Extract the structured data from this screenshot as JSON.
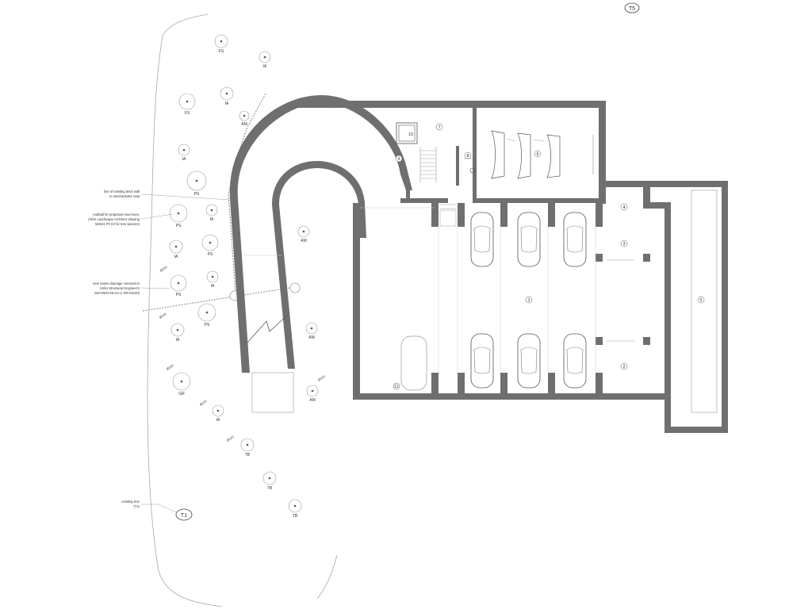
{
  "trees": [
    {
      "label": "FS",
      "size": null
    },
    {
      "label": "IA",
      "size": null
    },
    {
      "label": "FS",
      "size": null
    },
    {
      "label": "IA",
      "size": null
    },
    {
      "label": "AM",
      "size": null
    },
    {
      "label": "IA",
      "size": null
    },
    {
      "label": "PS",
      "size": null
    },
    {
      "label": "PS",
      "size": null
    },
    {
      "label": "IA",
      "size": null
    },
    {
      "label": "AM",
      "size": null
    },
    {
      "label": "PS",
      "size": null
    },
    {
      "label": "IA",
      "size": null
    },
    {
      "label": "IA",
      "size": null
    },
    {
      "label": "PS",
      "size": "Ø100"
    },
    {
      "label": "PS",
      "size": null
    },
    {
      "label": "IA",
      "size": "Ø100"
    },
    {
      "label": "AM",
      "size": null
    },
    {
      "label": "GR",
      "size": "Ø180"
    },
    {
      "label": "AM",
      "size": "Ø150"
    },
    {
      "label": "IA",
      "size": "Ø120"
    },
    {
      "label": "TB",
      "size": "Ø120"
    },
    {
      "label": "TB",
      "size": null
    },
    {
      "label": "TB",
      "size": null
    }
  ],
  "markers": {
    "t5": "T5",
    "t1": "T1"
  },
  "notes": {
    "brick_wall": [
      "line of existing brick wall",
      "to unscheduled road"
    ],
    "rootball": [
      "rootball for proposed new trees,",
      "(refer Landscape Architect drawing",
      "M3431 PA 02 for tree species)"
    ],
    "drainage": [
      "new mains drainage connection",
      "(refer Structural Engineer's",
      "D40-REN-06-XX-C-DR-01100)"
    ],
    "existing_tree": [
      "existing tree",
      "(T1)"
    ]
  },
  "rooms": {
    "r1": "1",
    "r2": "2",
    "r3": "3",
    "r4": "4",
    "r5": "5",
    "r6": "6",
    "r7": "7",
    "r8": "8",
    "r9": "9",
    "r10": "10",
    "r11": "11"
  }
}
